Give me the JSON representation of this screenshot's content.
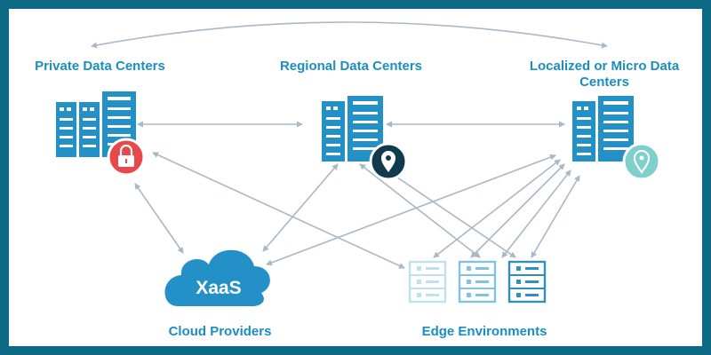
{
  "labels": {
    "private": "Private Data Centers",
    "regional": "Regional Data Centers",
    "local": "Localized or Micro Data Centers",
    "cloud": "Cloud Providers",
    "edge": "Edge Environments",
    "xaas": "XaaS"
  },
  "icons": {
    "private_badge": "lock-icon",
    "regional_badge": "map-pin-icon",
    "local_badge": "map-pin-icon"
  },
  "colors": {
    "frame": "#0c6a85",
    "label": "#1a8fbf",
    "server": "#2391c7",
    "cloud": "#2391c7",
    "arrow": "#a9b8c6",
    "lock_badge": "#e8484a",
    "regional_badge": "#123a4f",
    "local_badge": "#7fd0cc",
    "edge_light": "#bfe1ef",
    "edge_mid": "#7fc3de",
    "edge_dark": "#2f8fbf"
  }
}
